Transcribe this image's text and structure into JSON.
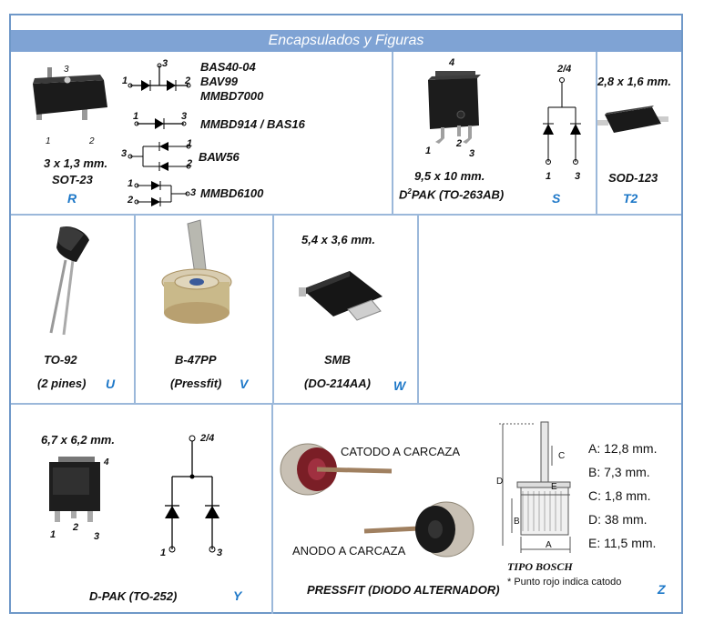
{
  "title": "Encapsulados y Figuras",
  "r": {
    "dims": "3 x 1,3 mm.",
    "package": "SOT-23",
    "letter": "R",
    "pins": [
      "3",
      "1",
      "2"
    ],
    "parts": [
      {
        "label": "BAS40-04\nBAV99\nMMBD7000",
        "pins": [
          "3",
          "1",
          "2"
        ]
      },
      {
        "label": "MMBD914 / BAS16",
        "pins": [
          "1",
          "3"
        ]
      },
      {
        "label": "BAW56",
        "pins": [
          "3",
          "1",
          "2"
        ]
      },
      {
        "label": "MMBD6100",
        "pins": [
          "1",
          "2",
          "3"
        ]
      }
    ]
  },
  "s": {
    "dims": "9,5 x 10 mm.",
    "package_prefix": "D",
    "package_sup": "2",
    "package_suffix": "PAK (TO-263AB)",
    "letter": "S",
    "pin_top": "4",
    "pins": [
      "1",
      "2",
      "3"
    ],
    "schematic_top": "2/4",
    "schematic_pins": [
      "1",
      "3"
    ]
  },
  "t2": {
    "dims": "2,8 x 1,6 mm.",
    "package": "SOD-123",
    "letter": "T2"
  },
  "u": {
    "package": "TO-92",
    "note": "(2 pines)",
    "letter": "U"
  },
  "v": {
    "package": "B-47PP",
    "note": "(Pressfit)",
    "letter": "V"
  },
  "w": {
    "dims": "5,4 x 3,6 mm.",
    "package": "SMB",
    "note": "(DO-214AA)",
    "letter": "W"
  },
  "y": {
    "dims": "6,7 x 6,2 mm.",
    "package": "D-PAK (TO-252)",
    "letter": "Y",
    "pin_top": "4",
    "pins": [
      "1",
      "2",
      "3"
    ],
    "schematic_top": "2/4",
    "schematic_pins": [
      "1",
      "3"
    ]
  },
  "z": {
    "catodo": "CATODO A CARCAZA",
    "anodo": "ANODO A CARCAZA",
    "caption": "PRESSFIT (DIODO ALTERNADOR)",
    "tipo": "TIPO BOSCH",
    "note": "* Punto rojo indica catodo",
    "letter": "Z",
    "dim_letters": [
      "C",
      "D",
      "E",
      "B",
      "A"
    ],
    "dims": [
      "A: 12,8 mm.",
      "B: 7,3 mm.",
      "C: 1,8 mm.",
      "D: 38 mm.",
      "E: 11,5 mm."
    ]
  },
  "colors": {
    "frame": "#6f98c8",
    "band": "#7fa3d4",
    "letter": "#1e78c8",
    "divider": "#9bb8da"
  }
}
